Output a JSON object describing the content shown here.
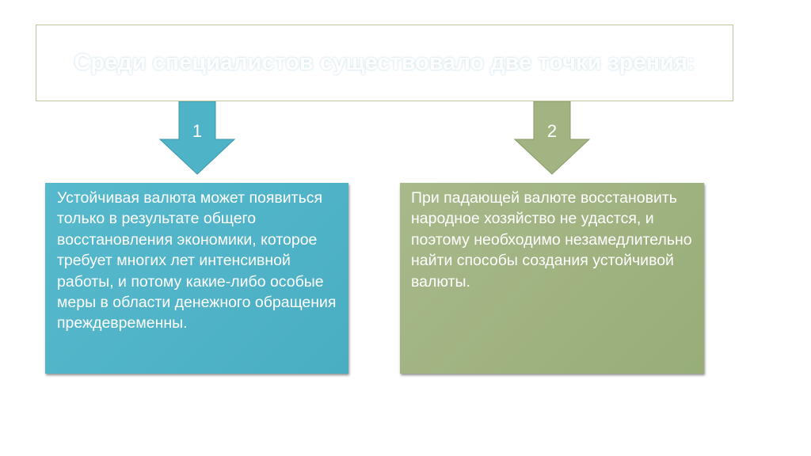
{
  "title": "Среди специалистов существовало две точки зрения:",
  "colors": {
    "blue": "#4fb3c8",
    "green": "#a2b481",
    "title_border": "#b9c69a"
  },
  "branches": [
    {
      "number": "1",
      "text": "Устойчивая валюта может появиться только в результате общего восстановления экономики, которое требует многих лет интенсивной работы, и потому какие-либо особые меры в области денежного обращения преждевременны."
    },
    {
      "number": "2",
      "text": "При падающей валюте восстановить народное хозяйство не удастся, и поэтому необходимо незамедлительно найти способы создания устойчивой валюты."
    }
  ]
}
